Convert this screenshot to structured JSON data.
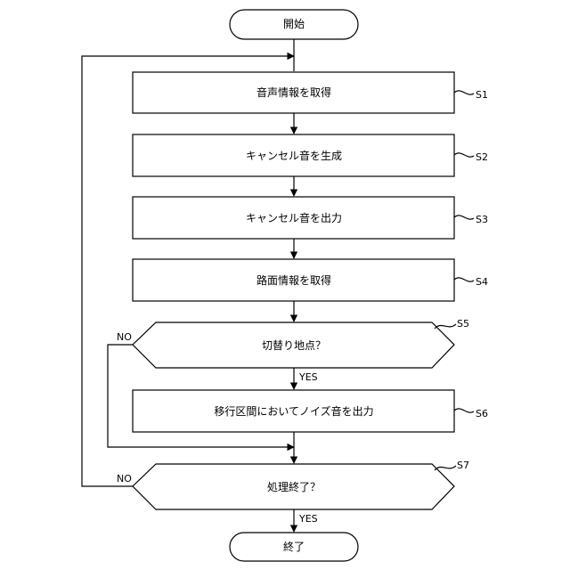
{
  "start": {
    "label": "開始"
  },
  "end": {
    "label": "終了"
  },
  "steps": [
    {
      "id": "S1",
      "label": "音声情報を取得"
    },
    {
      "id": "S2",
      "label": "キャンセル音を生成"
    },
    {
      "id": "S3",
      "label": "キャンセル音を出力"
    },
    {
      "id": "S4",
      "label": "路面情報を取得"
    },
    {
      "id": "S6",
      "label": "移行区間においてノイズ音を出力"
    }
  ],
  "decisions": [
    {
      "id": "S5",
      "label": "切替り地点？",
      "yes": "YES",
      "no": "NO"
    },
    {
      "id": "S7",
      "label": "処理終了？",
      "yes": "YES",
      "no": "NO"
    }
  ]
}
